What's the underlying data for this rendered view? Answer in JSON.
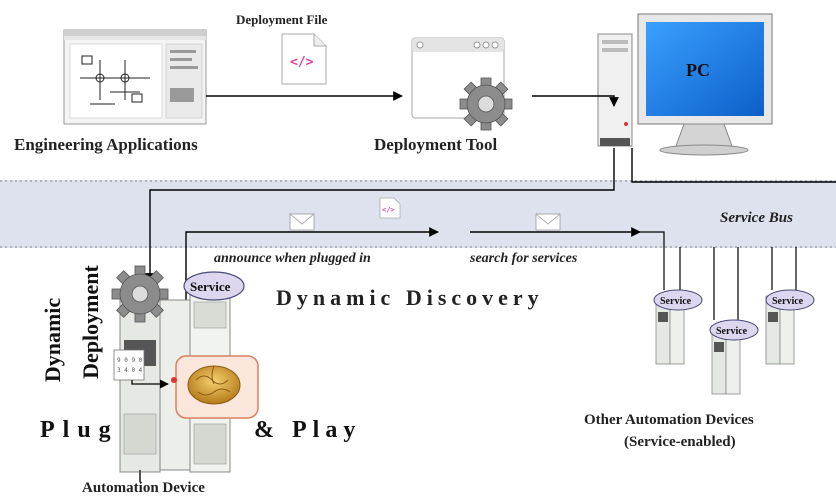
{
  "top": {
    "deployment_file": "Deployment File",
    "engineering_apps": "Engineering Applications",
    "deployment_tool": "Deployment Tool",
    "pc": "PC"
  },
  "bus": {
    "service_bus": "Service Bus",
    "announce": "announce when plugged in",
    "search": "search for services"
  },
  "discovery": {
    "title": "Dynamic Discovery"
  },
  "device": {
    "service": "Service",
    "dynamic": "Dynamic",
    "deployment": "Deployment",
    "plug": "Plug",
    "play": "& Play",
    "automation_device": "Automation Device"
  },
  "others": {
    "service": "Service",
    "label_line1": "Other Automation Devices",
    "label_line2": "(Service-enabled)"
  },
  "colors": {
    "bus_band": "#dde2ee",
    "monitor_screen": "#1a7fe0",
    "brain": "#d8a030",
    "service_bubble": "#dcd6ee"
  }
}
